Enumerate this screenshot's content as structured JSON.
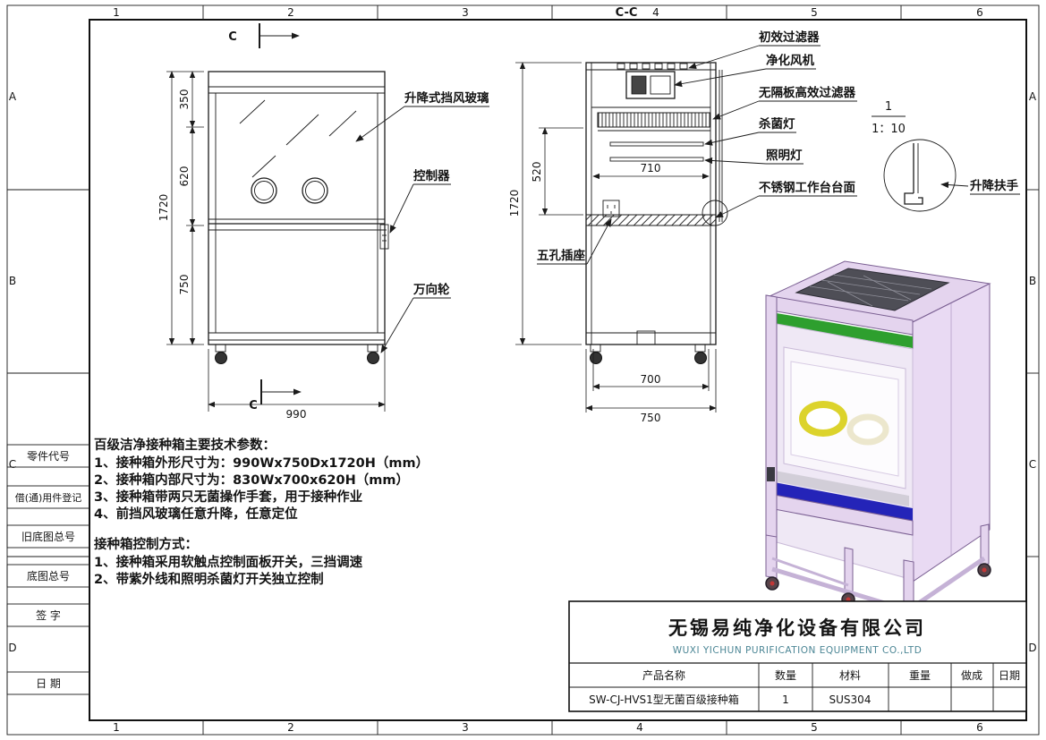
{
  "sheet": {
    "grid_cols": [
      "1",
      "2",
      "3",
      "4",
      "5",
      "6"
    ],
    "grid_rows": [
      "A",
      "B",
      "C",
      "D"
    ],
    "section_label": "C-C"
  },
  "left_strip": {
    "boxes": [
      "零件代号",
      "借(通)用件登记",
      "旧底图总号",
      "底图总号",
      "签  字",
      "日  期"
    ]
  },
  "front": {
    "section_mark": "C",
    "dims": {
      "seg_top": "350",
      "seg_mid": "620",
      "seg_bottom": "750",
      "overall_h": "1720",
      "width": "990"
    },
    "labels": {
      "glass": "升降式挡风玻璃",
      "controller": "控制器",
      "wheel": "万向轮"
    }
  },
  "side": {
    "dims": {
      "overall_h": "1720",
      "inner_h": "520",
      "inner_d": "710",
      "base_inner": "700",
      "depth": "750"
    },
    "labels": {
      "primary_filter": "初效过滤器",
      "fan": "净化风机",
      "hepa": "无隔板高效过滤器",
      "uv_lamp": "杀菌灯",
      "light": "照明灯",
      "worktop": "不锈钢工作台台面",
      "socket": "五孔插座"
    }
  },
  "detail": {
    "label": "升降扶手",
    "scale_top": "1",
    "scale_bottom": "1：10"
  },
  "notes": {
    "title": "百级洁净接种箱主要技术参数：",
    "items": [
      "1、接种箱外形尺寸为：990Wx750Dx1720H（mm）",
      "2、接种箱内部尺寸为：830Wx700x620H（mm）",
      "3、接种箱带两只无菌操作手套，用于接种作业",
      "4、前挡风玻璃任意升降，任意定位"
    ],
    "control_title": "接种箱控制方式：",
    "control_items": [
      "1、接种箱采用软触点控制面板开关，三挡调速",
      "2、带紫外线和照明杀菌灯开关独立控制"
    ]
  },
  "title_block": {
    "company_cn": "无锡易纯净化设备有限公司",
    "company_en": "WUXI YICHUN PURIFICATION EQUIPMENT CO.,LTD",
    "headers": [
      "产品名称",
      "数量",
      "材料",
      "重量",
      "做成",
      "日期"
    ],
    "row": [
      "SW-CJ-HVS1型无菌百级接种箱",
      "1",
      "SUS304",
      "",
      "",
      ""
    ]
  },
  "colors": {
    "body_lavender": "#e4d4ee",
    "stripe_green": "#2e9f2e",
    "stripe_blue": "#2424b8",
    "glove_ring_yellow": "#dcd32c"
  }
}
